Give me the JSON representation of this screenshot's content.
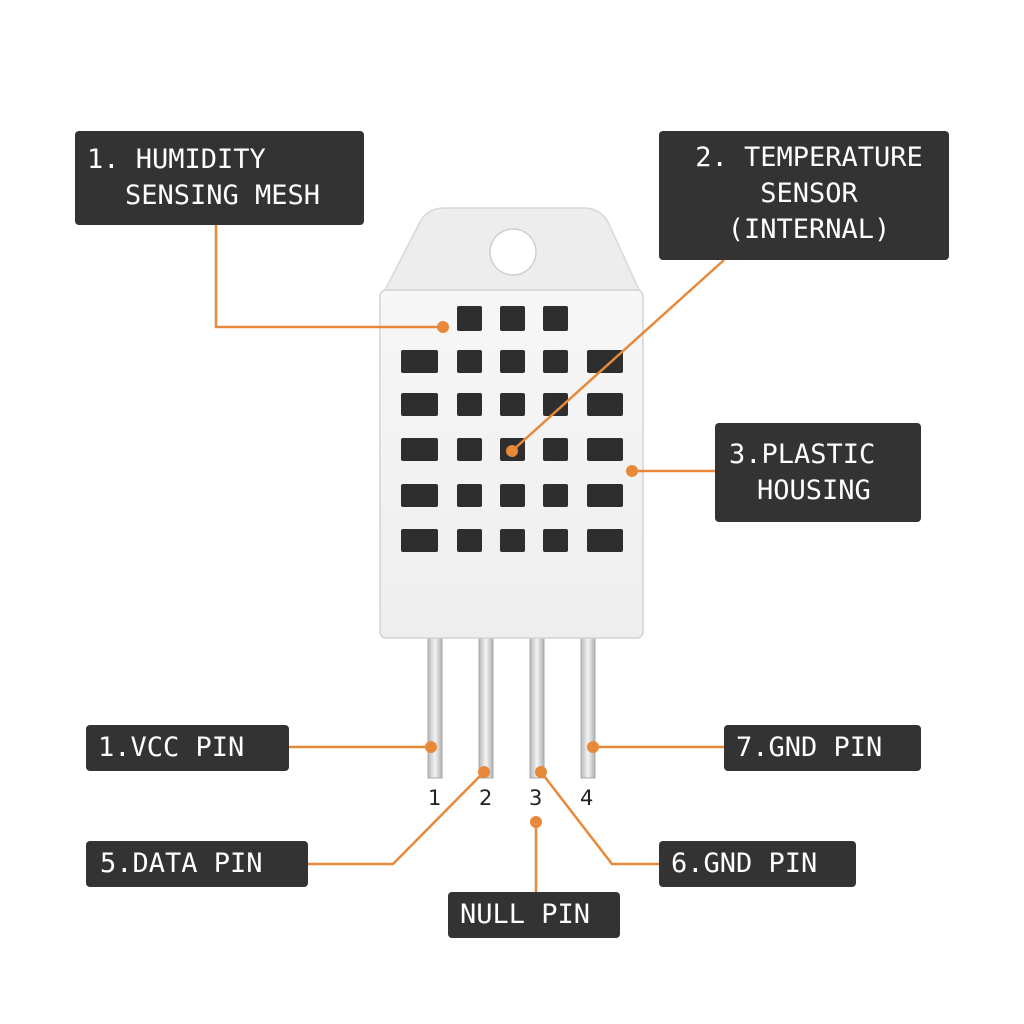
{
  "labels": {
    "humidity_mesh": [
      "1. HUMIDITY",
      "SENSING MESH"
    ],
    "temperature_sensor": [
      "2. TEMPERATURE",
      "SENSOR",
      "(INTERNAL)"
    ],
    "plastic_housing": [
      "3.PLASTIC",
      "HOUSING"
    ],
    "vcc_pin": "1.VCC PIN",
    "gnd_pin_7": "7.GND PIN",
    "data_pin": "5.DATA PIN",
    "gnd_pin_6": "6.GND PIN",
    "null_pin": "NULL PIN"
  },
  "pin_numbers": [
    "1",
    "2",
    "3",
    "4"
  ],
  "colors": {
    "accent": "#E8893A",
    "label_bg": "#333333",
    "label_text": "#FFFFFF",
    "housing": "#F2F2F2",
    "vent": "#2E2E2E"
  }
}
